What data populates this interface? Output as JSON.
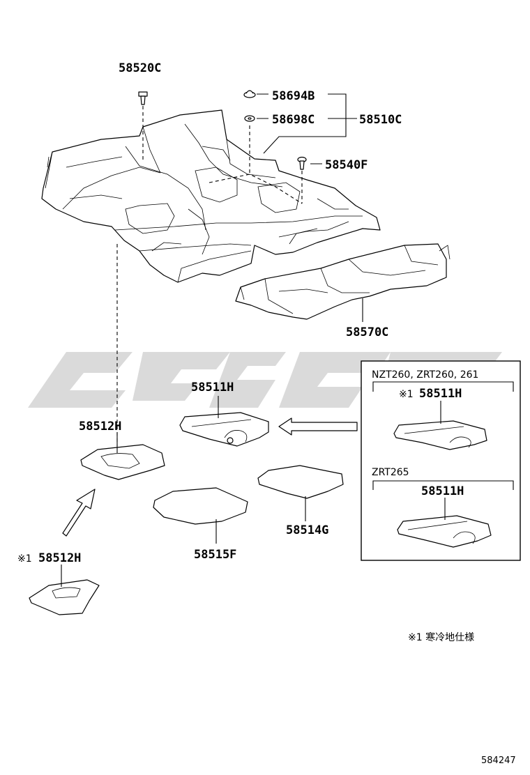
{
  "labels": {
    "p58520C": "58520C",
    "p58694B": "58694B",
    "p58698C": "58698C",
    "p58510C": "58510C",
    "p58540F": "58540F",
    "p58570C": "58570C",
    "p58511H_main": "58511H",
    "p58512H_main": "58512H",
    "p58514G": "58514G",
    "p58515F": "58515F",
    "p58512H_alt": "58512H",
    "p58512H_alt_mark": "※1",
    "inset_group1_title": "NZT260, ZRT260, 261",
    "inset_group1_mark": "※1",
    "inset_group1_part": "58511H",
    "inset_group2_title": "ZRT265",
    "inset_group2_part": "58511H",
    "footnote": "※1 寒冷地仕様",
    "figure_number": "584247"
  }
}
